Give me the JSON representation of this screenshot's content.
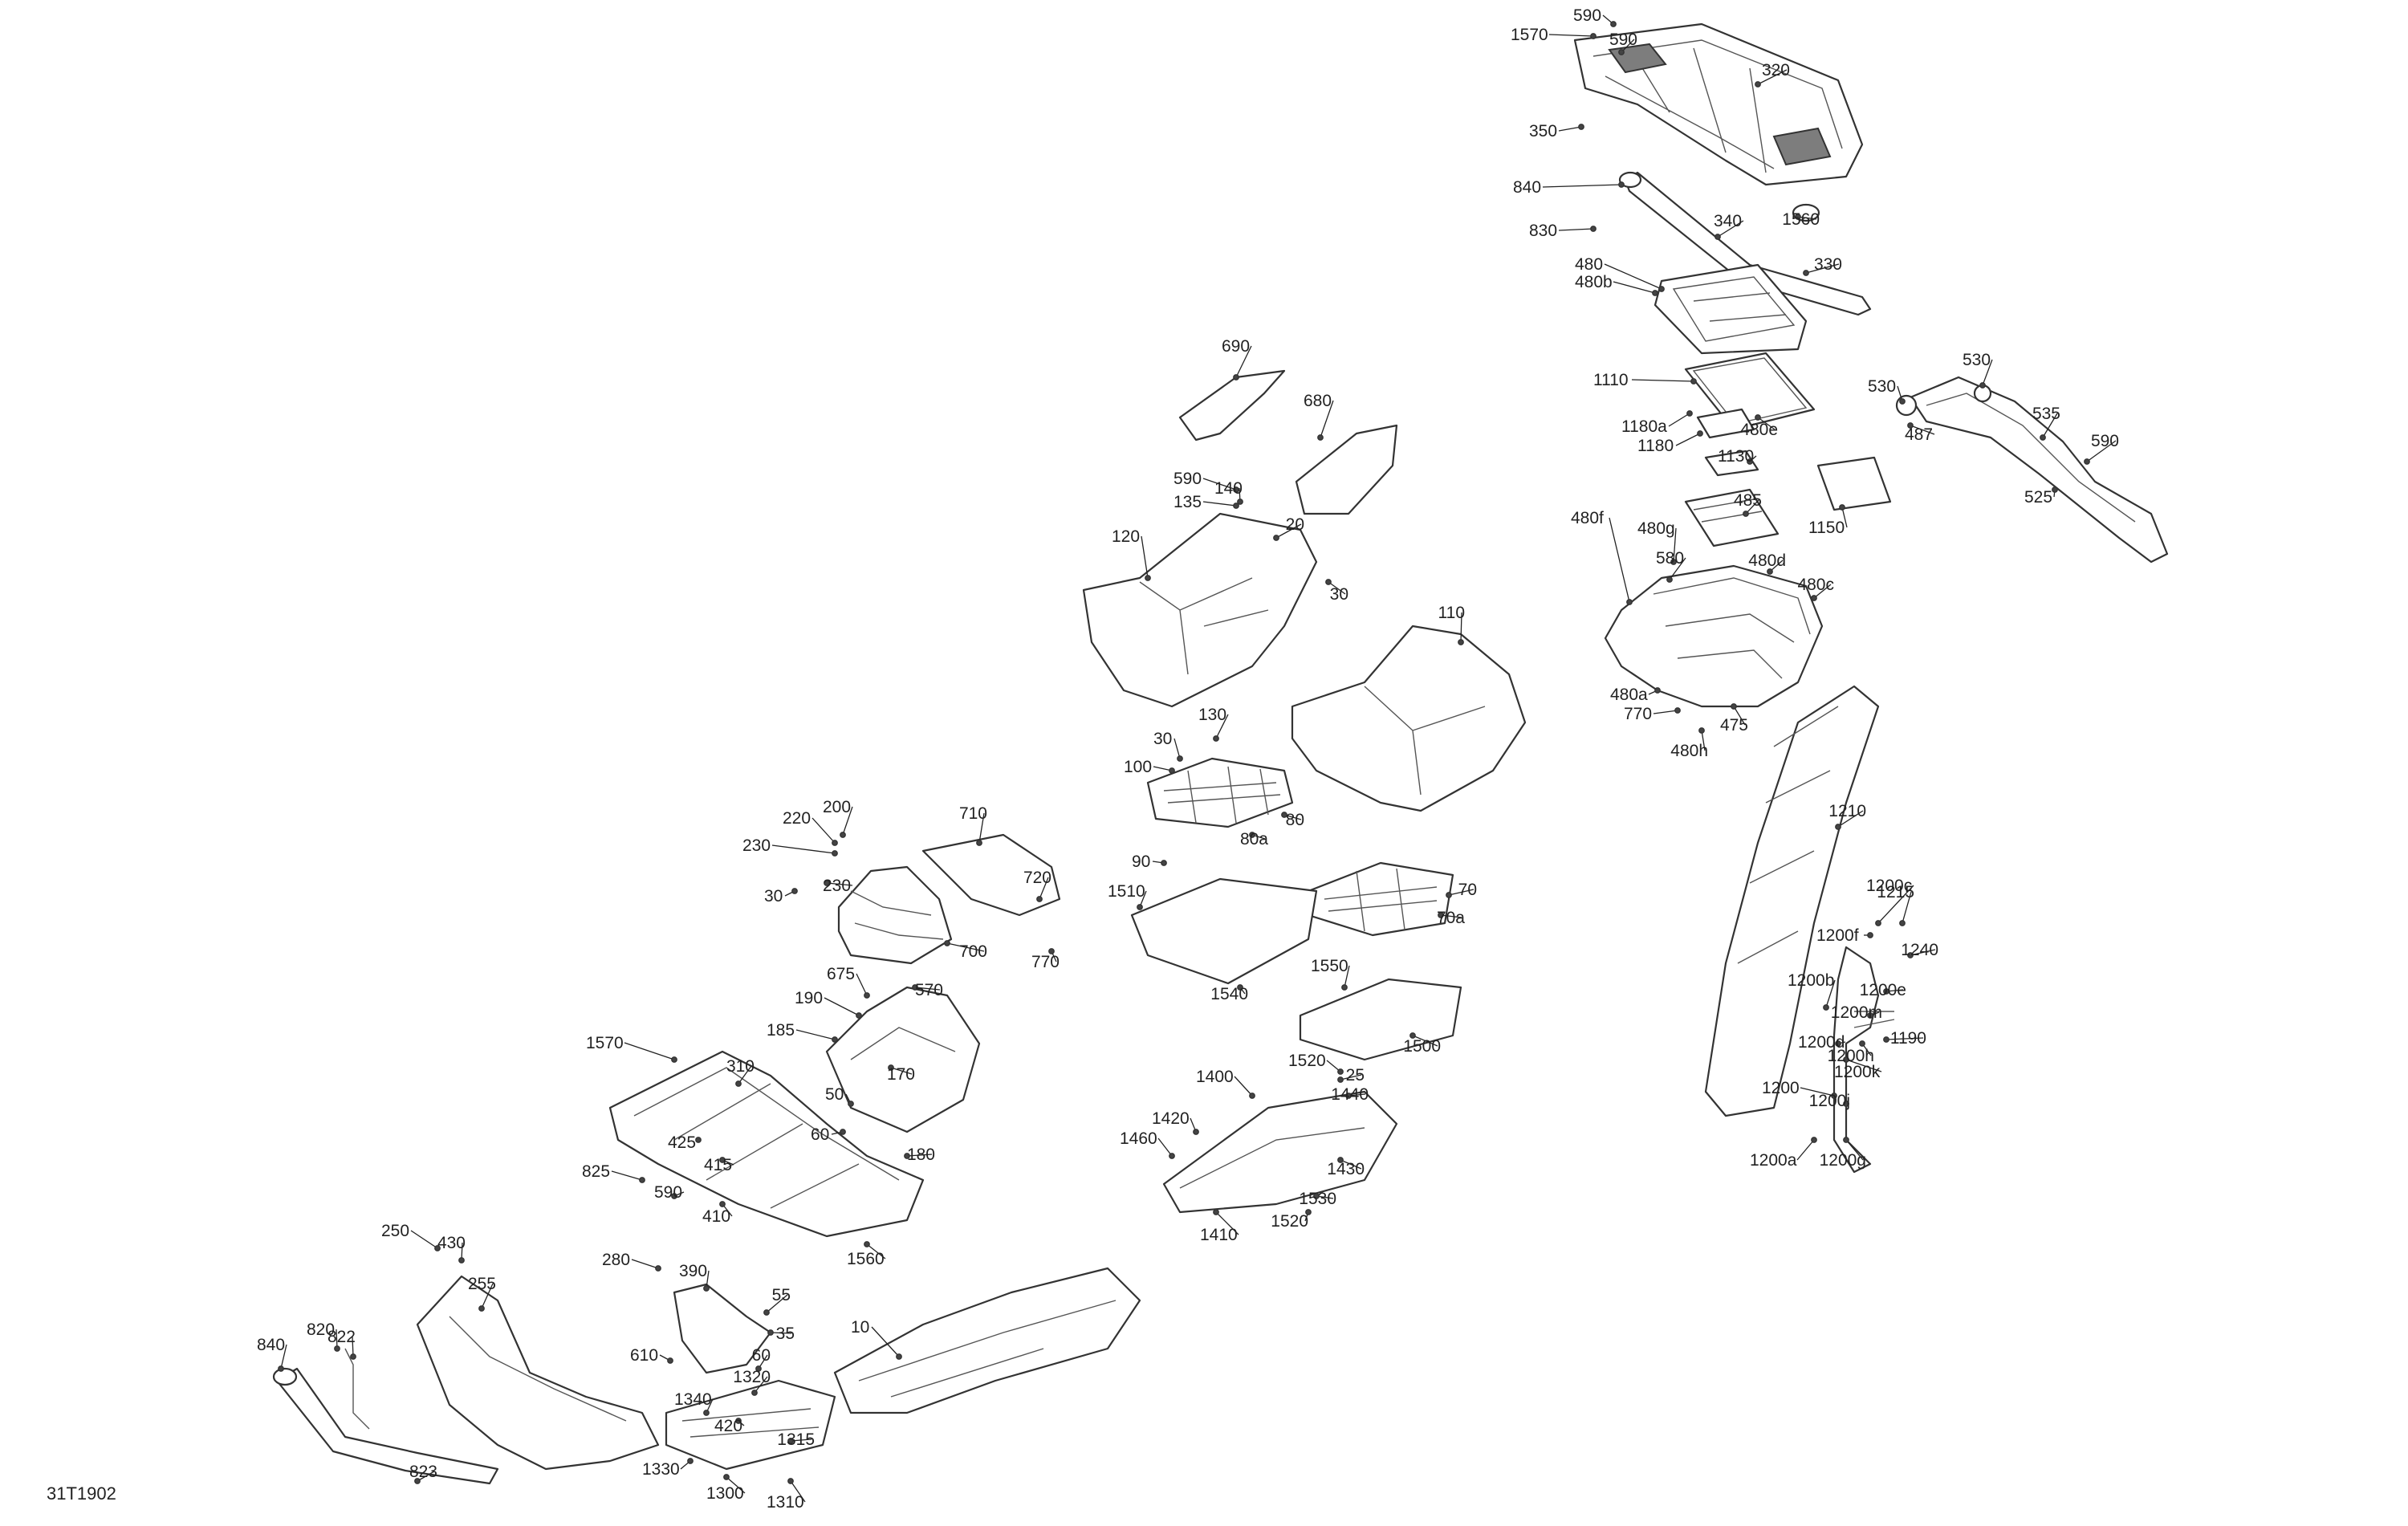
{
  "diagram": {
    "reference_code": "31T1902",
    "callouts": [
      {
        "id": "590a",
        "text": "590"
      },
      {
        "id": "1570a",
        "text": "1570"
      },
      {
        "id": "590b",
        "text": "590"
      },
      {
        "id": "320",
        "text": "320"
      },
      {
        "id": "350",
        "text": "350"
      },
      {
        "id": "840a",
        "text": "840"
      },
      {
        "id": "1560a",
        "text": "1560"
      },
      {
        "id": "830",
        "text": "830"
      },
      {
        "id": "340",
        "text": "340"
      },
      {
        "id": "330",
        "text": "330"
      },
      {
        "id": "480",
        "text": "480"
      },
      {
        "id": "480b",
        "text": "480b"
      },
      {
        "id": "1110",
        "text": "1110"
      },
      {
        "id": "1180a",
        "text": "1180a"
      },
      {
        "id": "1180",
        "text": "1180"
      },
      {
        "id": "480e",
        "text": "480e"
      },
      {
        "id": "1130",
        "text": "1130"
      },
      {
        "id": "1150",
        "text": "1150"
      },
      {
        "id": "485",
        "text": "485"
      },
      {
        "id": "480f",
        "text": "480f"
      },
      {
        "id": "480g",
        "text": "480g"
      },
      {
        "id": "580",
        "text": "580"
      },
      {
        "id": "480d",
        "text": "480d"
      },
      {
        "id": "480c",
        "text": "480c"
      },
      {
        "id": "480a",
        "text": "480a"
      },
      {
        "id": "770a",
        "text": "770"
      },
      {
        "id": "475",
        "text": "475"
      },
      {
        "id": "480h",
        "text": "480h"
      },
      {
        "id": "530a",
        "text": "530"
      },
      {
        "id": "530b",
        "text": "530"
      },
      {
        "id": "487",
        "text": "487"
      },
      {
        "id": "535",
        "text": "535"
      },
      {
        "id": "590c",
        "text": "590"
      },
      {
        "id": "525",
        "text": "525"
      },
      {
        "id": "690",
        "text": "690"
      },
      {
        "id": "680",
        "text": "680"
      },
      {
        "id": "590d",
        "text": "590"
      },
      {
        "id": "140",
        "text": "140"
      },
      {
        "id": "135",
        "text": "135"
      },
      {
        "id": "20",
        "text": "20"
      },
      {
        "id": "120",
        "text": "120"
      },
      {
        "id": "30a",
        "text": "30"
      },
      {
        "id": "110",
        "text": "110"
      },
      {
        "id": "130",
        "text": "130"
      },
      {
        "id": "30b",
        "text": "30"
      },
      {
        "id": "100",
        "text": "100"
      },
      {
        "id": "80",
        "text": "80"
      },
      {
        "id": "80a",
        "text": "80a"
      },
      {
        "id": "90",
        "text": "90"
      },
      {
        "id": "70",
        "text": "70"
      },
      {
        "id": "70a",
        "text": "70a"
      },
      {
        "id": "1510",
        "text": "1510"
      },
      {
        "id": "1540",
        "text": "1540"
      },
      {
        "id": "1550",
        "text": "1550"
      },
      {
        "id": "1500",
        "text": "1500"
      },
      {
        "id": "1520a",
        "text": "1520"
      },
      {
        "id": "25",
        "text": "25"
      },
      {
        "id": "1400",
        "text": "1400"
      },
      {
        "id": "1440",
        "text": "1440"
      },
      {
        "id": "1420",
        "text": "1420"
      },
      {
        "id": "1460",
        "text": "1460"
      },
      {
        "id": "1430",
        "text": "1430"
      },
      {
        "id": "1530",
        "text": "1530"
      },
      {
        "id": "1520b",
        "text": "1520"
      },
      {
        "id": "1410",
        "text": "1410"
      },
      {
        "id": "1210",
        "text": "1210"
      },
      {
        "id": "1200c",
        "text": "1200c"
      },
      {
        "id": "1215",
        "text": "1215"
      },
      {
        "id": "1200f",
        "text": "1200f"
      },
      {
        "id": "1240",
        "text": "1240"
      },
      {
        "id": "1200b",
        "text": "1200b"
      },
      {
        "id": "1200e",
        "text": "1200e"
      },
      {
        "id": "1200m",
        "text": "1200m"
      },
      {
        "id": "1200d",
        "text": "1200d"
      },
      {
        "id": "1190",
        "text": "1190"
      },
      {
        "id": "1200h",
        "text": "1200h"
      },
      {
        "id": "1200k",
        "text": "1200k"
      },
      {
        "id": "1200",
        "text": "1200"
      },
      {
        "id": "1200j",
        "text": "1200j"
      },
      {
        "id": "1200a",
        "text": "1200a"
      },
      {
        "id": "1200g",
        "text": "1200g"
      },
      {
        "id": "220",
        "text": "220"
      },
      {
        "id": "200",
        "text": "200"
      },
      {
        "id": "230a",
        "text": "230"
      },
      {
        "id": "710",
        "text": "710"
      },
      {
        "id": "30c",
        "text": "30"
      },
      {
        "id": "230b",
        "text": "230"
      },
      {
        "id": "720",
        "text": "720"
      },
      {
        "id": "700",
        "text": "700"
      },
      {
        "id": "770b",
        "text": "770"
      },
      {
        "id": "675",
        "text": "675"
      },
      {
        "id": "570",
        "text": "570"
      },
      {
        "id": "190",
        "text": "190"
      },
      {
        "id": "185",
        "text": "185"
      },
      {
        "id": "170",
        "text": "170"
      },
      {
        "id": "1570b",
        "text": "1570"
      },
      {
        "id": "310",
        "text": "310"
      },
      {
        "id": "50",
        "text": "50"
      },
      {
        "id": "425",
        "text": "425"
      },
      {
        "id": "415",
        "text": "415"
      },
      {
        "id": "60a",
        "text": "60"
      },
      {
        "id": "180",
        "text": "180"
      },
      {
        "id": "825",
        "text": "825"
      },
      {
        "id": "590e",
        "text": "590"
      },
      {
        "id": "410",
        "text": "410"
      },
      {
        "id": "1560b",
        "text": "1560"
      },
      {
        "id": "250",
        "text": "250"
      },
      {
        "id": "430",
        "text": "430"
      },
      {
        "id": "280",
        "text": "280"
      },
      {
        "id": "390",
        "text": "390"
      },
      {
        "id": "255",
        "text": "255"
      },
      {
        "id": "55",
        "text": "55"
      },
      {
        "id": "10",
        "text": "10"
      },
      {
        "id": "35",
        "text": "35"
      },
      {
        "id": "840b",
        "text": "840"
      },
      {
        "id": "820",
        "text": "820"
      },
      {
        "id": "822",
        "text": "822"
      },
      {
        "id": "610",
        "text": "610"
      },
      {
        "id": "60b",
        "text": "60"
      },
      {
        "id": "1320",
        "text": "1320"
      },
      {
        "id": "1340",
        "text": "1340"
      },
      {
        "id": "420",
        "text": "420"
      },
      {
        "id": "1315",
        "text": "1315"
      },
      {
        "id": "823",
        "text": "823"
      },
      {
        "id": "1330",
        "text": "1330"
      },
      {
        "id": "1300",
        "text": "1300"
      },
      {
        "id": "1310",
        "text": "1310"
      }
    ]
  }
}
